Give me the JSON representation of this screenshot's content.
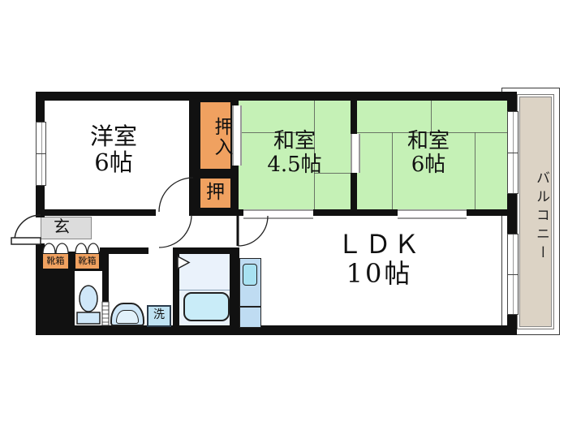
{
  "floorplan": {
    "rooms": {
      "western": {
        "name": "洋室",
        "size": "6帖"
      },
      "japanese45": {
        "name": "和室",
        "size": "4.5帖"
      },
      "japanese6": {
        "name": "和室",
        "size": "6帖"
      },
      "ldk": {
        "name": "ＬＤＫ",
        "size": "10帖"
      },
      "balcony": {
        "name": "バルコニー"
      },
      "entrance": {
        "name": "玄"
      },
      "closet_large": {
        "name": "押入"
      },
      "closet_small": {
        "name": "押"
      },
      "shoebox_left": {
        "name": "靴箱"
      },
      "shoebox_right": {
        "name": "靴箱"
      },
      "laundry": {
        "name": "洗"
      }
    },
    "colors": {
      "wall": "#111111",
      "closet_orange": "#f0a160",
      "tatami_green": "#c5f1b6",
      "balcony_beige": "#dcd3c5",
      "entrance_gray": "#dcdcdc",
      "fixture_blue": "#cfe7f8",
      "bathtub_blue": "#c9ecf8",
      "counter_blue": "#bfdcf2",
      "laundry_blue": "#bfe2f2",
      "bathroom_floor": "#eaf2fb"
    }
  }
}
